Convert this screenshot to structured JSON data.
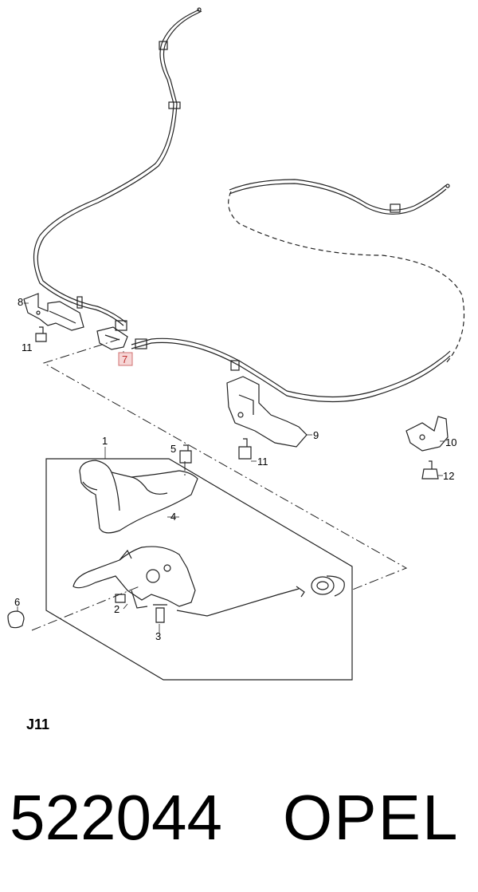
{
  "diagram": {
    "code": "J11",
    "callouts": [
      {
        "id": "c1",
        "text": "1"
      },
      {
        "id": "c2",
        "text": "2"
      },
      {
        "id": "c3",
        "text": "3"
      },
      {
        "id": "c4",
        "text": "4"
      },
      {
        "id": "c5",
        "text": "5"
      },
      {
        "id": "c6",
        "text": "6"
      },
      {
        "id": "c7",
        "text": "7",
        "highlighted": true
      },
      {
        "id": "c8",
        "text": "8"
      },
      {
        "id": "c9",
        "text": "9"
      },
      {
        "id": "c10",
        "text": "10"
      },
      {
        "id": "c11a",
        "text": "11"
      },
      {
        "id": "c11b",
        "text": "11"
      },
      {
        "id": "c12",
        "text": "12"
      }
    ],
    "highlight_color": "#d07070"
  },
  "footer": {
    "part_number": "522044",
    "brand": "OPEL"
  }
}
